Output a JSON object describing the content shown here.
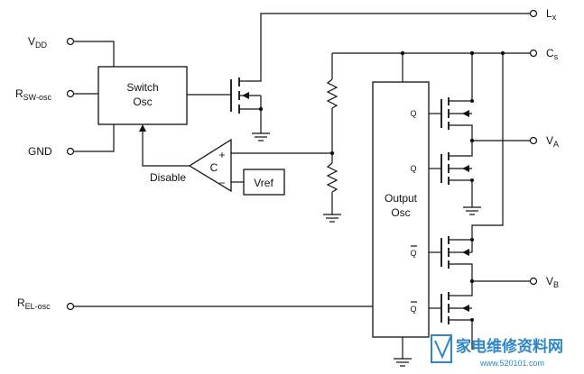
{
  "pins": {
    "vdd_main": "V",
    "vdd_sub": "DD",
    "rsw_main": "R",
    "rsw_sub": "SW-osc",
    "gnd": "GND",
    "rel_main": "R",
    "rel_sub": "EL-osc",
    "lx_main": "L",
    "lx_sub": "x",
    "cs_main": "C",
    "cs_sub": "s",
    "va_main": "V",
    "va_sub": "A",
    "vb_main": "V",
    "vb_sub": "B"
  },
  "blocks": {
    "switch_osc_line1": "Switch",
    "switch_osc_line2": "Osc",
    "output_osc_line1": "Output",
    "output_osc_line2": "Osc",
    "vref": "Vref",
    "comparator": "C",
    "comp_plus": "+",
    "comp_minus": "−"
  },
  "signals": {
    "disable": "Disable",
    "q1": "Q",
    "q2": "Q",
    "qbar1": "Q",
    "qbar2": "Q"
  },
  "watermark": {
    "text": "家电维修资料网",
    "url": "www.520101.com"
  },
  "colors": {
    "ink": "#111111",
    "watermark": "#2e86c8"
  }
}
